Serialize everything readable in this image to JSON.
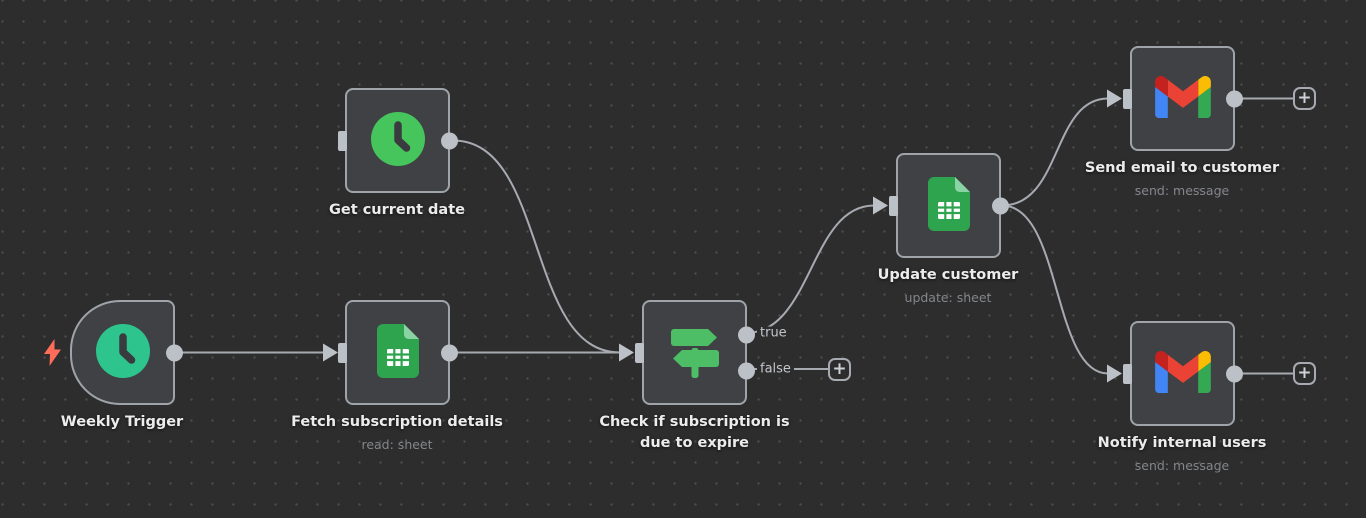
{
  "ui": {
    "add_button_label": "+"
  },
  "colors": {
    "canvas_bg": "#2d2d2d",
    "grid_dot": "#4e4e4e",
    "node_fill": "#3f4144",
    "node_border": "#9fa4aa",
    "wire": "#a7abb1",
    "port": "#bcc1c7",
    "title_text": "#ececec",
    "subtitle_text": "#83868b",
    "trigger_bolt": "#ff6d5a",
    "trigger_clock_green": "#2ec48e",
    "datetime_clock_green": "#45c55c",
    "sheets_green": "#2ea44f",
    "if_signpost_green": "#4dbe66",
    "gmail_red": "#ea4335",
    "gmail_blue": "#4285f4",
    "gmail_green": "#34a853",
    "gmail_yellow": "#fbbc04"
  },
  "nodes": [
    {
      "title": "Weekly Trigger",
      "subtitle": "",
      "icon": "clock-trigger",
      "type": "schedule-trigger"
    },
    {
      "title": "Get current date",
      "subtitle": "",
      "icon": "clock",
      "type": "date-time"
    },
    {
      "title": "Fetch subscription details",
      "subtitle": "read: sheet",
      "icon": "google-sheets",
      "type": "google-sheets"
    },
    {
      "title": "Check if subscription is due to expire",
      "subtitle": "",
      "icon": "signpost",
      "type": "if",
      "branches": [
        "true",
        "false"
      ]
    },
    {
      "title": "Update customer",
      "subtitle": "update: sheet",
      "icon": "google-sheets",
      "type": "google-sheets"
    },
    {
      "title": "Send email to customer",
      "subtitle": "send: message",
      "icon": "gmail",
      "type": "gmail"
    },
    {
      "title": "Notify internal users",
      "subtitle": "send: message",
      "icon": "gmail",
      "type": "gmail"
    }
  ],
  "connections": [
    {
      "from": "Weekly Trigger",
      "to": "Fetch subscription details"
    },
    {
      "from": "Get current date",
      "to": "Check if subscription is due to expire"
    },
    {
      "from": "Fetch subscription details",
      "to": "Check if subscription is due to expire"
    },
    {
      "from": "Check if subscription is due to expire",
      "branch": "true",
      "to": "Update customer"
    },
    {
      "from": "Check if subscription is due to expire",
      "branch": "false",
      "to": "add-node-button"
    },
    {
      "from": "Update customer",
      "to": "Send email to customer"
    },
    {
      "from": "Update customer",
      "to": "Notify internal users"
    },
    {
      "from": "Send email to customer",
      "to": "add-node-button"
    },
    {
      "from": "Notify internal users",
      "to": "add-node-button"
    }
  ]
}
